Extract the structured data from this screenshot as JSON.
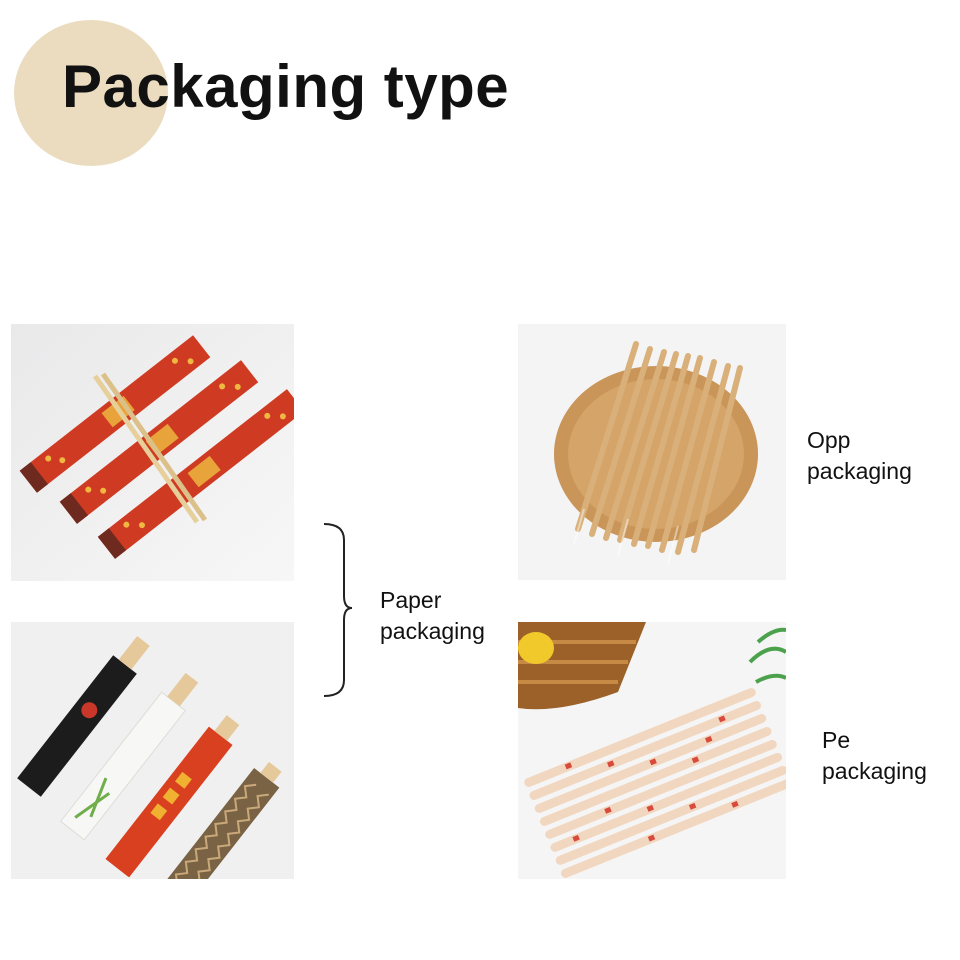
{
  "page": {
    "title": "Packaging type",
    "accent_circle_color": "#ebdcc0"
  },
  "groups": {
    "paper": {
      "line1": "Paper",
      "line2": "packaging"
    },
    "opp": {
      "line1": "Opp",
      "line2": "packaging"
    },
    "pe": {
      "line1": "Pe",
      "line2": "packaging"
    }
  },
  "photos": [
    {
      "id": "paper-red-wrappers",
      "kind": "photo"
    },
    {
      "id": "paper-assorted-sleeves",
      "kind": "photo"
    },
    {
      "id": "opp-clear-wrapped-on-plate",
      "kind": "photo"
    },
    {
      "id": "pe-printed-wrapped-with-basket",
      "kind": "photo"
    }
  ]
}
